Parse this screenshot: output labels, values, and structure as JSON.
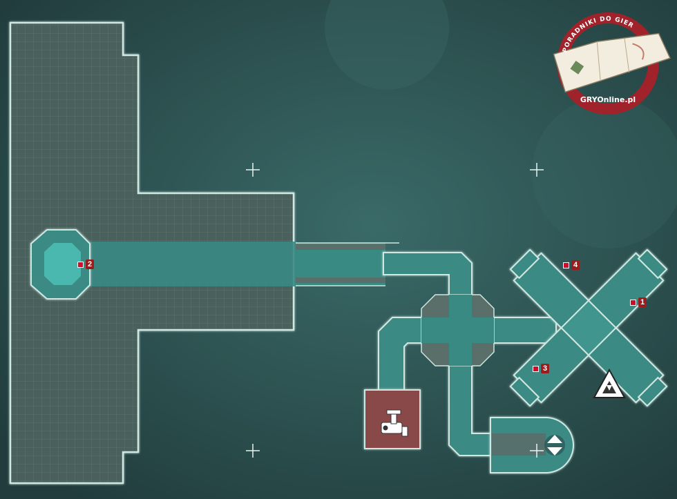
{
  "map": {
    "markers": [
      {
        "id": "marker-1",
        "label": "1"
      },
      {
        "id": "marker-2",
        "label": "2"
      },
      {
        "id": "marker-3",
        "label": "3"
      },
      {
        "id": "marker-4",
        "label": "4"
      }
    ],
    "icons": {
      "camera": "security-camera-icon",
      "animus": "animus-symbol-icon",
      "floors": "floor-up-down-icon",
      "crosshair": "crosshair-icon"
    },
    "colors": {
      "background": "#2a4a4a",
      "corridor": "#3a8a84",
      "outline": "#cfe8e2",
      "restricted_room": "#8a4a4a",
      "marker": "#c8102e"
    }
  },
  "watermark": {
    "top_text": "PORADNIKI DO GIER",
    "bottom_text": "GRYOnline.pl"
  }
}
